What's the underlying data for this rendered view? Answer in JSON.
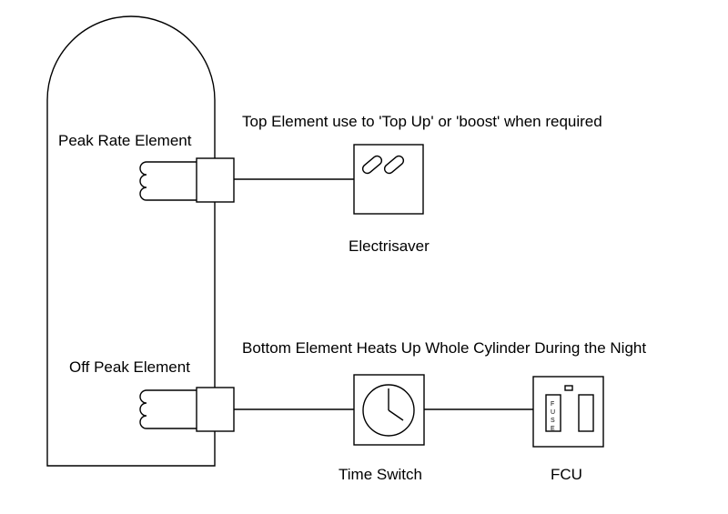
{
  "labels": {
    "peak_element": "Peak Rate Element",
    "off_peak_element": "Off Peak Element",
    "top_caption": "Top Element use to 'Top Up' or 'boost' when required",
    "bottom_caption": "Bottom Element Heats Up Whole Cylinder During the Night",
    "electrisaver": "Electrisaver",
    "time_switch": "Time Switch",
    "fcu": "FCU",
    "fuse_letters": [
      "F",
      "U",
      "S",
      "E"
    ]
  },
  "icons": {
    "electrisaver_symbol": "two-diagonal-slots-icon",
    "time_switch_symbol": "clock-icon",
    "fcu_symbol": "fused-spur-icon"
  },
  "colors": {
    "line": "#000000",
    "background": "#ffffff"
  }
}
